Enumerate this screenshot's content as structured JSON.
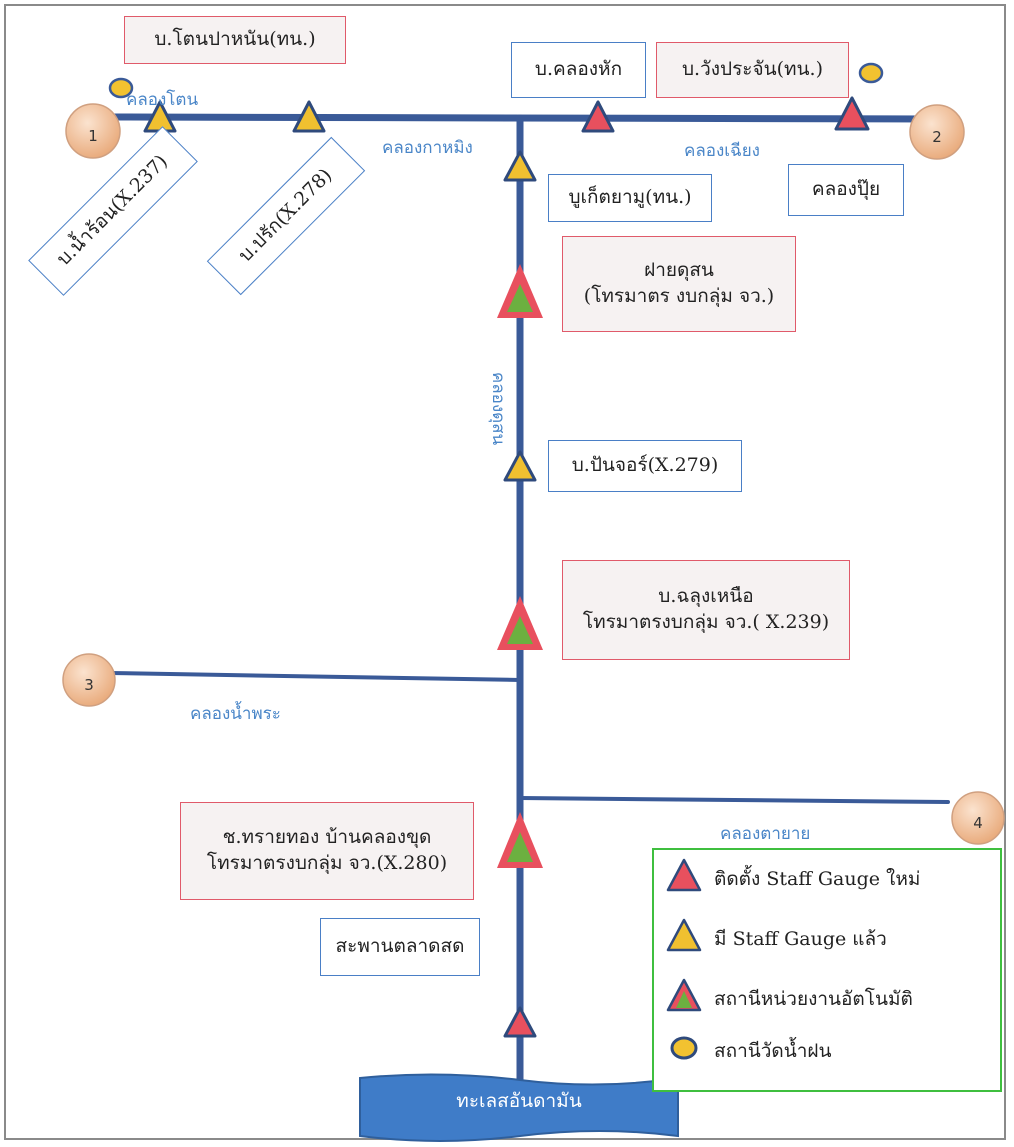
{
  "station_labels": {
    "s1": "บ.โตนปาหนัน(ทน.)",
    "s2": "บ.คลองหัก",
    "s3": "บ.วังประจัน(ทน.)",
    "s4": "บ.น้ำร้อน(X.237)",
    "s5": "บ.ปรัก(X.278)",
    "s6": "บูเก็ตยามู(ทน.)",
    "s7": "คลองปุ๊ย",
    "s8_line1": "ฝายดุสน",
    "s8_line2": "(โทรมาตร งบกลุ่ม จว.)",
    "s9": "บ.ปันจอร์(X.279)",
    "s10_line1": "บ.ฉลุงเหนือ",
    "s10_line2": "โทรมาตรงบกลุ่ม จว.( X.239)",
    "s11_line1": "ช.ทรายทอง บ้านคลองขุด",
    "s11_line2": "โทรมาตรงบกลุ่ม จว.(X.280)",
    "s12": "สะพานตลาดสด"
  },
  "river_labels": {
    "khlong_ton": "คลองโตน",
    "khlong_kamhing": "คลองกาหมิง",
    "khlong_chiang": "คลองเฉียง",
    "khlong_dusun": "คลองดุสน",
    "khlong_nam_phra": "คลองน้ำพระ",
    "khlong_tayai": "คลองตายาย"
  },
  "tributary_numbers": [
    "1",
    "2",
    "3",
    "4"
  ],
  "sea": "ทะเลสอันดามัน",
  "legend": {
    "new_gauge": "ติดตั้ง Staff Gauge ใหม่",
    "existing_gauge": "มี Staff Gauge แล้ว",
    "telemetry": "สถานีหน่วยงานอัตโนมัติ",
    "rain_station": "สถานีวัดน้ำฝน"
  },
  "colors": {
    "river": "#3a5a98",
    "red_marker": "#e8505e",
    "yellow_marker": "#f0c030",
    "green_marker": "#6cb040",
    "marker_outline": "#2f4a7c",
    "label_blue": "#4a86c8",
    "sea_blue": "#3f7cc8"
  },
  "icons": [
    "triangle-marker-icon",
    "rain-gauge-circle-icon"
  ]
}
